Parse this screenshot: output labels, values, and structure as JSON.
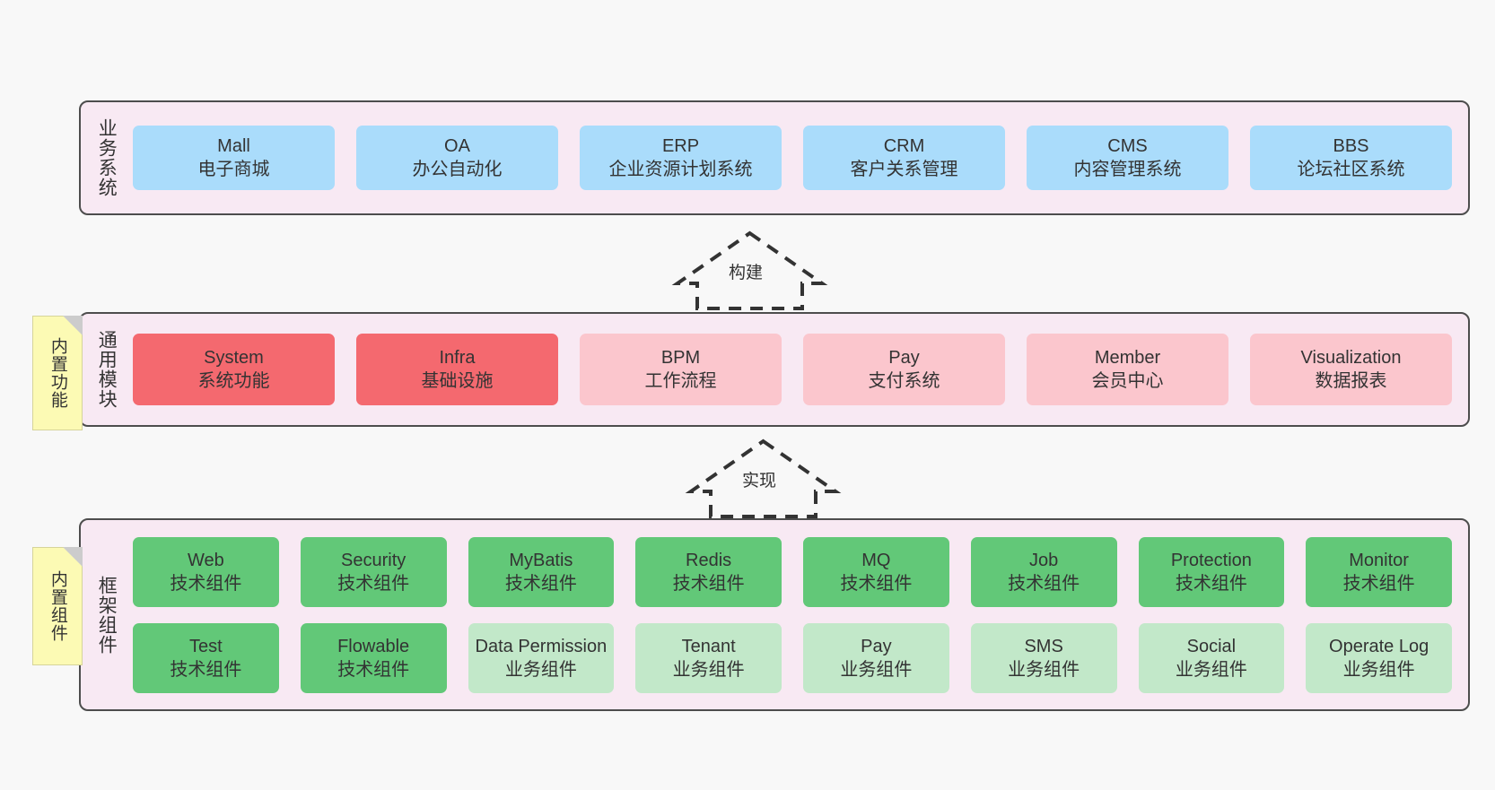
{
  "diagram": {
    "background_color": "#f8f8f8",
    "layer_fill": "#f8e9f3",
    "layer_border": "#4d4d4d",
    "note_fill": "#fcfab4"
  },
  "layers": [
    {
      "key": "business",
      "title": "业务系统",
      "rows": [
        [
          {
            "l1": "Mall",
            "l2": "电子商城",
            "color": "#aadcfb"
          },
          {
            "l1": "OA",
            "l2": "办公自动化",
            "color": "#aadcfb"
          },
          {
            "l1": "ERP",
            "l2": "企业资源计划系统",
            "color": "#aadcfb"
          },
          {
            "l1": "CRM",
            "l2": "客户关系管理",
            "color": "#aadcfb"
          },
          {
            "l1": "CMS",
            "l2": "内容管理系统",
            "color": "#aadcfb"
          },
          {
            "l1": "BBS",
            "l2": "论坛社区系统",
            "color": "#aadcfb"
          }
        ]
      ]
    },
    {
      "key": "common",
      "title": "通用模块",
      "note": "内置功能",
      "rows": [
        [
          {
            "l1": "System",
            "l2": "系统功能",
            "color": "#f4696f"
          },
          {
            "l1": "Infra",
            "l2": "基础设施",
            "color": "#f4696f"
          },
          {
            "l1": "BPM",
            "l2": "工作流程",
            "color": "#fbc6cd"
          },
          {
            "l1": "Pay",
            "l2": "支付系统",
            "color": "#fbc6cd"
          },
          {
            "l1": "Member",
            "l2": "会员中心",
            "color": "#fbc6cd"
          },
          {
            "l1": "Visualization",
            "l2": "数据报表",
            "color": "#fbc6cd"
          }
        ]
      ]
    },
    {
      "key": "framework",
      "title": "框架组件",
      "note": "内置组件",
      "rows": [
        [
          {
            "l1": "Web",
            "l2": "技术组件",
            "color": "#62c878"
          },
          {
            "l1": "Security",
            "l2": "技术组件",
            "color": "#62c878"
          },
          {
            "l1": "MyBatis",
            "l2": "技术组件",
            "color": "#62c878"
          },
          {
            "l1": "Redis",
            "l2": "技术组件",
            "color": "#62c878"
          },
          {
            "l1": "MQ",
            "l2": "技术组件",
            "color": "#62c878"
          },
          {
            "l1": "Job",
            "l2": "技术组件",
            "color": "#62c878"
          },
          {
            "l1": "Protection",
            "l2": "技术组件",
            "color": "#62c878"
          },
          {
            "l1": "Monitor",
            "l2": "技术组件",
            "color": "#62c878"
          }
        ],
        [
          {
            "l1": "Test",
            "l2": "技术组件",
            "color": "#62c878"
          },
          {
            "l1": "Flowable",
            "l2": "技术组件",
            "color": "#62c878"
          },
          {
            "l1": "Data Permission",
            "l2": "业务组件",
            "color": "#c2e8c9"
          },
          {
            "l1": "Tenant",
            "l2": "业务组件",
            "color": "#c2e8c9"
          },
          {
            "l1": "Pay",
            "l2": "业务组件",
            "color": "#c2e8c9"
          },
          {
            "l1": "SMS",
            "l2": "业务组件",
            "color": "#c2e8c9"
          },
          {
            "l1": "Social",
            "l2": "业务组件",
            "color": "#c2e8c9"
          },
          {
            "l1": "Operate Log",
            "l2": "业务组件",
            "color": "#c2e8c9"
          }
        ]
      ]
    }
  ],
  "arrows": [
    {
      "key": "build",
      "label": "构建",
      "style": "dashed-hollow-up",
      "from": "common",
      "to": "business"
    },
    {
      "key": "impl",
      "label": "实现",
      "style": "dashed-hollow-up",
      "from": "framework",
      "to": "common"
    }
  ]
}
